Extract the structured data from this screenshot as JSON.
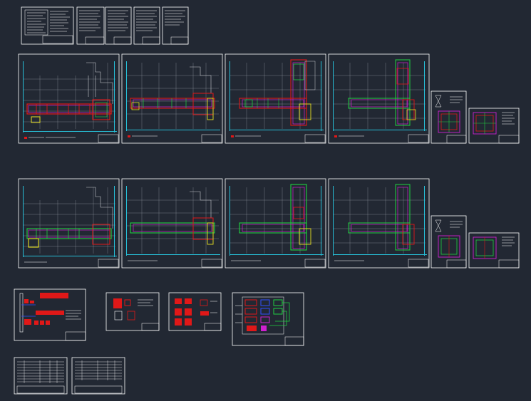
{
  "app": {
    "title": "",
    "background": "#222833"
  },
  "colors": {
    "frame": "#ffffff",
    "plan_line": "#9aa0a8",
    "grid_cyan": "#27c0d8",
    "wall_red": "#e01818",
    "wall_magenta": "#d020d0",
    "wall_green": "#20d040",
    "wall_yellow": "#e8e020",
    "duct_blue": "#3050ff",
    "title_block": "#ffffff"
  },
  "sheets": {
    "notes_row": [
      "notes",
      "notes",
      "notes",
      "notes",
      "notes"
    ],
    "floor_plan_row_1": [
      "floor-plan",
      "floor-plan",
      "floor-plan",
      "floor-plan",
      "detail",
      "detail"
    ],
    "floor_plan_row_2": [
      "floor-plan",
      "floor-plan",
      "floor-plan",
      "floor-plan",
      "detail",
      "detail"
    ],
    "schematic_row": [
      "schematic",
      "schematic",
      "schematic",
      "schematic"
    ],
    "spec_row": [
      "specification",
      "specification"
    ]
  }
}
